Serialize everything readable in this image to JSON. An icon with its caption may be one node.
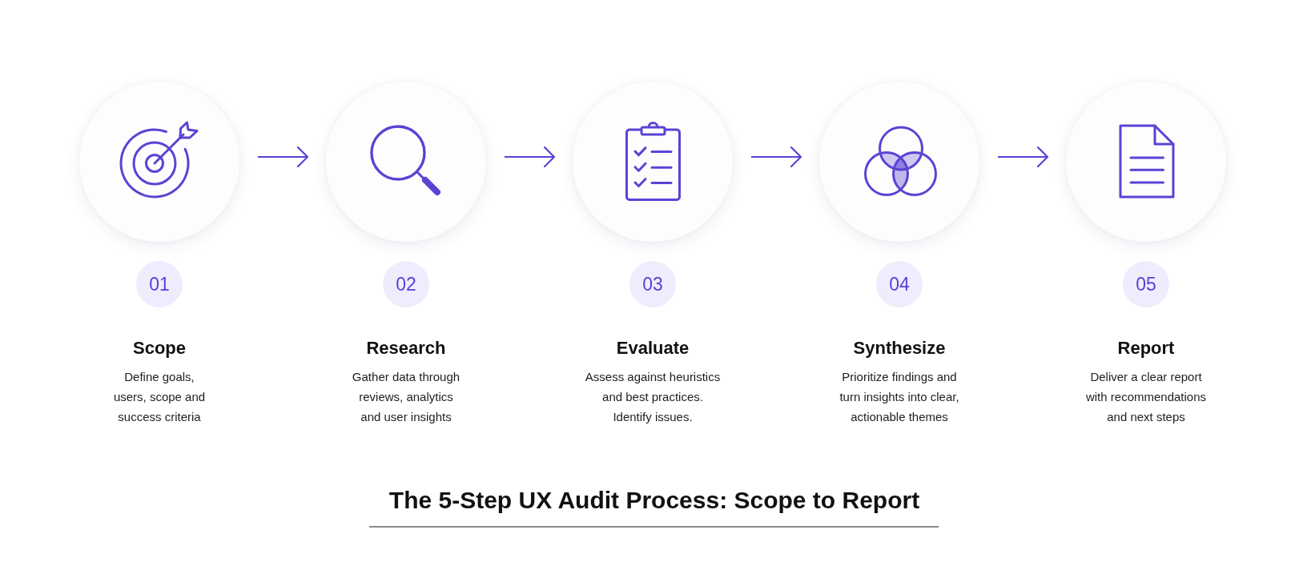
{
  "diagram": {
    "title": "The 5-Step UX Audit Process: Scope to Report",
    "nodes": [
      {
        "text": [],
        "shape": "circle"
      },
      {
        "text": [],
        "shape": "circle"
      },
      {
        "text": [],
        "shape": "circle"
      },
      {
        "text": [],
        "shape": "circle"
      },
      {
        "text": [],
        "shape": "circle"
      },
      {
        "text": [
          "01"
        ],
        "beside": [
          "Scope",
          "Define goals, users, scope and success criteria"
        ]
      },
      {
        "text": [
          "02"
        ],
        "beside": [
          "Research",
          "Gather data through reviews, analytics and user insights"
        ]
      },
      {
        "text": [
          "03"
        ],
        "beside": [
          "Evaluate",
          "Assess against heuristics and best practices. Identify issues."
        ]
      },
      {
        "text": [
          "04"
        ],
        "beside": [
          "Synthesize",
          "Prioritize findings and turn insights into clear, actionable themes"
        ]
      },
      {
        "text": [
          "05"
        ],
        "beside": [
          "Report",
          "Deliver a clear report with recommendations and next steps"
        ]
      }
    ],
    "edges": [
      {
        "from": 0,
        "to": 1,
        "arrow": "to"
      },
      {
        "from": 1,
        "to": 2,
        "arrow": "to"
      },
      {
        "from": 2,
        "to": 3,
        "arrow": "to"
      },
      {
        "from": 3,
        "to": 4,
        "arrow": "to"
      }
    ]
  }
}
